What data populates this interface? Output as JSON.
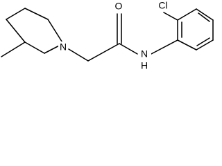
{
  "molecule": {
    "atoms": {
      "n_ring": "N",
      "n_amide": "N",
      "h_amide": "H",
      "o_carbonyl": "O",
      "cl": "Cl"
    }
  }
}
